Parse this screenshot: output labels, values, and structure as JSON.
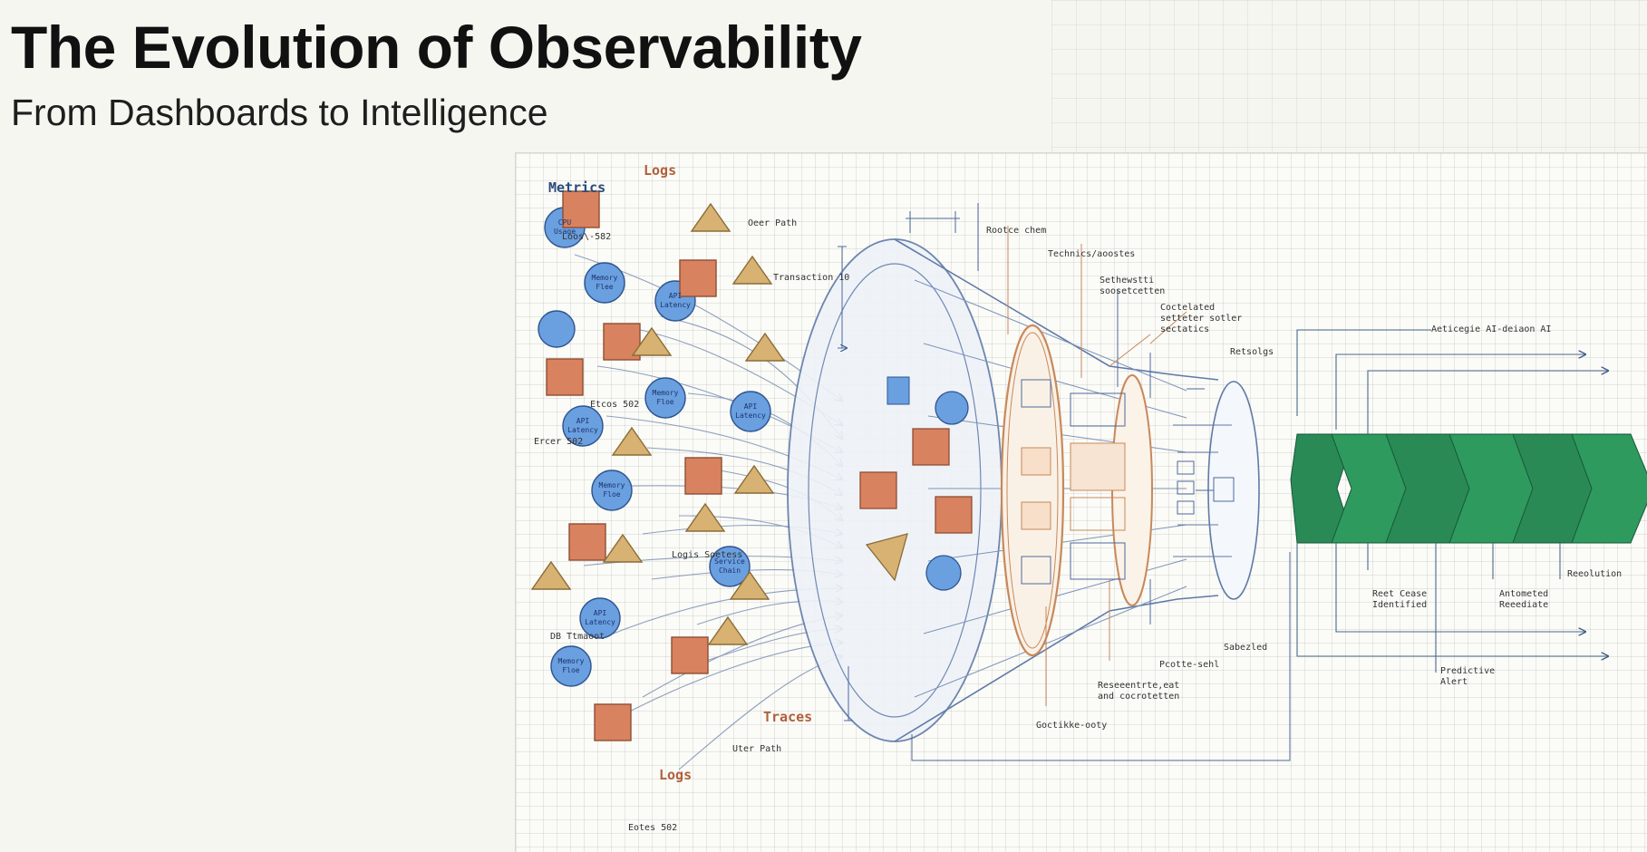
{
  "header": {
    "title": "The Evolution of Observability",
    "subtitle": "From Dashboards to Intelligence"
  },
  "colors": {
    "metric": "#6a9fe0",
    "log": "#d9825f",
    "trace": "#d8b272",
    "output": "#2a8a55",
    "ink": "#2b4a7a",
    "copper": "#c7895b"
  },
  "diagram": {
    "groups": {
      "metrics": "Metrics",
      "logs_top": "Logs",
      "traces": "Traces",
      "logs_bottom": "Logs"
    },
    "input_labels": {
      "logs_582": "Loos\\-582",
      "user_path_top": "Oeer Path",
      "transaction": "Transaction 10",
      "error_502_a": "Etcos 502",
      "error_502_b": "Ercer 502",
      "logs_success": "Logis Soetess",
      "db_timeout": "DB Ttmaoot",
      "user_path_bottom": "Uter Path",
      "error_502_c": "Eotes 502"
    },
    "circle_labels": {
      "cpu": [
        "CPU",
        "Usage"
      ],
      "memory_1": [
        "Memory",
        "Flee"
      ],
      "api_1": [
        "API",
        "Latency"
      ],
      "memory_2": [
        "Memory",
        "Floe"
      ],
      "api_2": [
        "API",
        "Latency"
      ],
      "api_3": [
        "API",
        "Latency"
      ],
      "memory_3": [
        "Memory",
        "Floe"
      ],
      "service": [
        "Service",
        "Chain"
      ],
      "api_4": [
        "API",
        "Latency"
      ],
      "memory_4": [
        "Memory",
        "Floe"
      ]
    },
    "funnel_labels": {
      "l1": "Rootce chem",
      "l2": "Technics/aoostes",
      "l3": [
        "Sethewstti",
        "soosetcetten"
      ],
      "l4": [
        "Coctelated",
        "setteter sotler",
        "sectatics"
      ],
      "l5": "Retsolgs",
      "l6": "Sabezled",
      "l7": "Pcotte-sehl",
      "l8": [
        "Reseeentrte,eat",
        "and cocrotetten"
      ],
      "l9": "Goctikke-ooty"
    },
    "output_labels": {
      "top": "Aeticegie AI-deiaon AI",
      "root_cause": [
        "Reet Cease",
        "Identified"
      ],
      "automated": [
        "Antometed",
        "Reeediate"
      ],
      "resolution": "Reeolution",
      "predictive": [
        "Predictive",
        "Alert"
      ]
    }
  }
}
